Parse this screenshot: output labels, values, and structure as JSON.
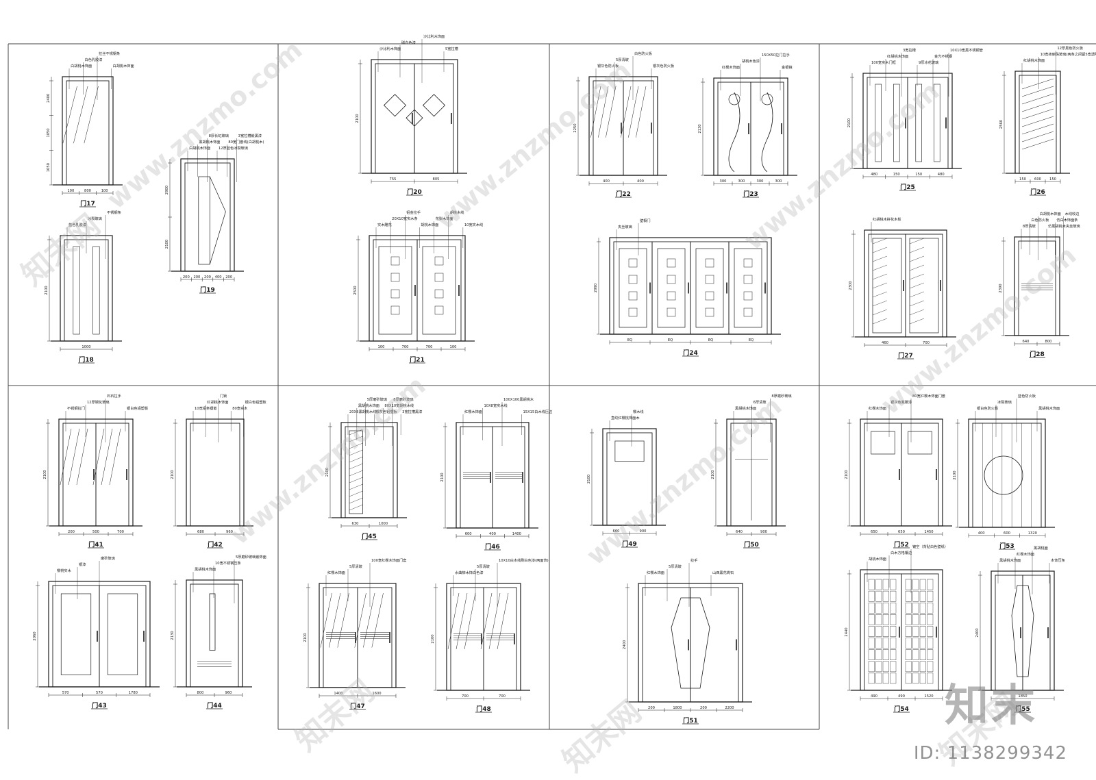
{
  "doors": [
    {
      "label": "门17",
      "notes": [
        "白胡桃木饰面",
        "白色乳胶漆",
        "拉丝不锈钢条",
        "白胡桃木饰面"
      ],
      "widths": [
        "100",
        "800",
        "100"
      ],
      "heights": [
        "2400",
        "1050",
        "1050"
      ]
    },
    {
      "label": "门18",
      "notes": [
        "蓝色乳胶漆",
        "冰裂玻璃",
        "不锈钢条"
      ],
      "widths": [
        "1000"
      ],
      "heights": [
        "2100"
      ]
    },
    {
      "label": "门19",
      "notes": [
        "白胡桃木饰面",
        "黑胡桃木饰面",
        "8厚长虹玻璃",
        "12厚蓝色冰裂玻璃",
        "80宽门套线(白胡桃木)",
        "3宽拉槽嵌黑漆"
      ],
      "widths": [
        "200",
        "200",
        "200",
        "400",
        "200"
      ],
      "heights": [
        "2900",
        "2100"
      ]
    },
    {
      "label": "门20",
      "notes": [
        "沙比利木饰面",
        "磁白色漆",
        "沙比利木饰面",
        "5宽拉槽"
      ],
      "widths": [
        "755",
        "805"
      ],
      "heights": [
        "2100"
      ]
    },
    {
      "label": "门21",
      "notes": [
        "实木雕花",
        "20X10宽实木条",
        "铝金拉手",
        "胡桃木饰面",
        "花梨木饰面",
        "胡桃木线",
        "10宽实木线"
      ],
      "widths": [
        "100",
        "700",
        "700",
        "100"
      ],
      "heights": [
        "2500"
      ]
    },
    {
      "label": "门22",
      "notes": [
        "银灰色防火板",
        "5厚清玻",
        "白色防火板",
        "银灰色防火板"
      ],
      "widths": [
        "400",
        "400"
      ],
      "heights": [
        "2250"
      ]
    },
    {
      "label": "门23",
      "notes": [
        "红樱木饰面",
        "胡桃木色漆",
        "150X50拉门拉手",
        "金银镜"
      ],
      "widths": [
        "300",
        "300",
        "300",
        "300"
      ],
      "heights": [
        "2130"
      ]
    },
    {
      "label": "门24",
      "notes": [
        "夹丝玻璃",
        "壁橱门"
      ],
      "widths": [
        "EQ",
        "EQ",
        "EQ",
        "EQ"
      ],
      "heights": [
        "2990"
      ]
    },
    {
      "label": "门25",
      "notes": [
        "100宽实木门框",
        "红胡桃木饰面",
        "3宽拉槽",
        "9厚冰花玻璃",
        "金光不锈钢",
        "10X10宽黑不锈钢管"
      ],
      "widths": [
        "480",
        "150",
        "150",
        "480"
      ],
      "heights": [
        "2100"
      ]
    },
    {
      "label": "门26",
      "notes": [
        "红胡桃木饰面",
        "10宽夜丽珠玻璃(两条之间留5宽透明)",
        "12厚黑色防火板"
      ],
      "widths": [
        "150",
        "600",
        "150"
      ],
      "heights": [
        "2560"
      ]
    },
    {
      "label": "门27",
      "notes": [
        "红胡桃木拼花木板"
      ],
      "widths": [
        "460",
        "700"
      ],
      "heights": [
        "2300"
      ]
    },
    {
      "label": "门28",
      "notes": [
        "8厚清玻",
        "白色防火板",
        "白胡桃木饰面",
        "仿黑胡桃木夹丝玻璃",
        "仿白木饰面条",
        "木线收边"
      ],
      "widths": [
        "640",
        "800"
      ],
      "heights": [
        "2390"
      ]
    },
    {
      "label": "门41",
      "notes": [
        "不锈钢拉门",
        "12厚钢化玻璃",
        "石石拉手",
        "银白色铝塑板"
      ],
      "widths": [
        "200",
        "500",
        "700"
      ],
      "heights": [
        "2100"
      ]
    },
    {
      "label": "门42",
      "notes": [
        "10宽铝条镶嵌",
        "红胡桃木饰面",
        "门锁",
        "80宽实木",
        "银白色铝塑板"
      ],
      "widths": [
        "680",
        "960"
      ],
      "heights": [
        "2100"
      ]
    },
    {
      "label": "门43",
      "notes": [
        "樱桃实木",
        "银漆",
        "磨砂玻璃"
      ],
      "widths": [
        "570",
        "570",
        "1780"
      ],
      "heights": [
        "2060"
      ]
    },
    {
      "label": "门44",
      "notes": [
        "黑胡桃木饰面",
        "10宽不锈钢压条",
        "5厚磨砂玻璃嵌饰面"
      ],
      "widths": [
        "800",
        "960"
      ],
      "heights": [
        "2130"
      ]
    },
    {
      "label": "门45",
      "notes": [
        "20X8黑胡桃木线",
        "黑胡桃木饰面",
        "5厚磨砂玻璃",
        "银灰色铝塑板",
        "80X10宽胡桃木线",
        "8厚磨砂玻璃",
        "3宽拉槽黑漆"
      ],
      "widths": [
        "630",
        "1000"
      ],
      "heights": [
        "2100"
      ]
    },
    {
      "label": "门46",
      "notes": [
        "红樱木饰面",
        "10X8宽实木线",
        "100X100黑胡桃木",
        "15X15白木线压边"
      ],
      "widths": [
        "600",
        "400",
        "1400"
      ],
      "heights": [
        "2100"
      ]
    },
    {
      "label": "门47",
      "notes": [
        "红樱木饰面",
        "5厚清玻",
        "100宽红樱木饰面门套"
      ],
      "widths": [
        "1400",
        "1600"
      ],
      "heights": [
        "2100"
      ]
    },
    {
      "label": "门48",
      "notes": [
        "水曲柳木饰白色漆",
        "5厚清玻",
        "10X10白木线刷白色漆(两面饰)"
      ],
      "widths": [
        "700",
        "700"
      ],
      "heights": [
        "2100"
      ]
    },
    {
      "label": "门49",
      "notes": [
        "直纹红樱桃饰面木",
        "樱木线"
      ],
      "widths": [
        "660",
        "900"
      ],
      "heights": [
        "2100"
      ]
    },
    {
      "label": "门50",
      "notes": [
        "黑胡桃木饰面",
        "6厚清玻",
        "8厚磨砂玻璃"
      ],
      "widths": [
        "640",
        "900"
      ],
      "heights": [
        "2100"
      ]
    },
    {
      "label": "门51",
      "notes": [
        "红樱木饰面",
        "5厚清玻",
        "拉手",
        "山西黑花岗石"
      ],
      "widths": [
        "200",
        "1800",
        "200",
        "2200"
      ],
      "heights": [
        "2400"
      ]
    },
    {
      "label": "门52",
      "notes": [
        "红樱木饰面",
        "银灰色氟碳漆",
        "80宽红樱木饰面门套"
      ],
      "widths": [
        "650",
        "650",
        "1450"
      ],
      "heights": [
        "2100"
      ]
    },
    {
      "label": "门53",
      "notes": [
        "银白色防火板",
        "冰裂玻璃",
        "蓝色防火板",
        "黑胡桃木饰面"
      ],
      "widths": [
        "400",
        "600",
        "1320"
      ],
      "heights": [
        "2100"
      ]
    },
    {
      "label": "门54",
      "notes": [
        "胡桃木饰面",
        "白木方格镶边",
        "镀空（背贴白色壁纸）"
      ],
      "widths": [
        "490",
        "490",
        "1520"
      ],
      "heights": [
        "2440"
      ]
    },
    {
      "label": "门55",
      "notes": [
        "黑胡桃木饰面",
        "红樱木饰面",
        "黑胡桃面",
        "木饰压条"
      ],
      "widths": [
        "1850"
      ],
      "heights": [
        "2400"
      ]
    }
  ],
  "watermarks": {
    "site": "www.znzmo.com",
    "cn": "知末网"
  },
  "brand": "知末",
  "id": "ID: 1138299342",
  "colors": {
    "line": "#1a1a1a",
    "watermark": "#b4b4b4",
    "frame": "#444444"
  }
}
